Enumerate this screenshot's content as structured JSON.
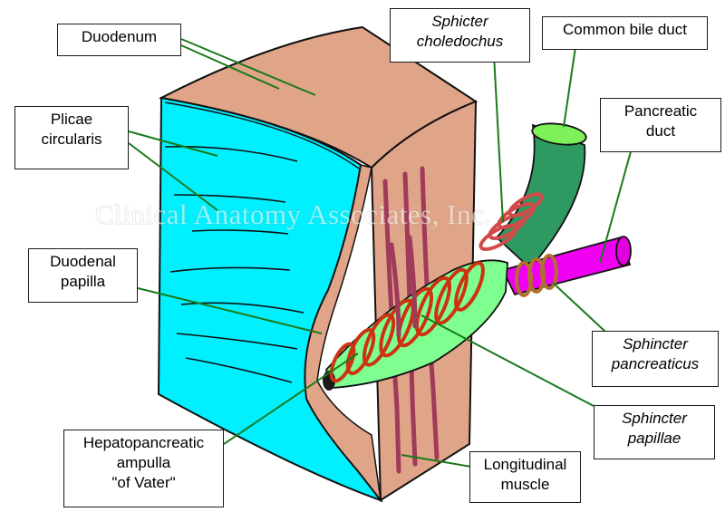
{
  "labels": {
    "duodenum": [
      "Duodenum"
    ],
    "plicae": [
      "Plicae",
      "circularis"
    ],
    "papilla": [
      "Duodenal",
      "papilla"
    ],
    "ampulla": [
      "Hepatopancreatic",
      "ampulla",
      "\"of Vater\""
    ],
    "sph_chol": [
      "Sphicter",
      "choledochus"
    ],
    "bile": [
      "Common bile duct"
    ],
    "panc_duct": [
      "Pancreatic",
      "duct"
    ],
    "sph_panc": [
      "Sphincter",
      "pancreaticus"
    ],
    "sph_pap": [
      "Sphincter",
      "papillae"
    ],
    "longit": [
      "Longitudinal",
      "muscle"
    ]
  },
  "watermark": "Clinical Anatomy Associates, Inc.",
  "colors": {
    "mucosa": "#00f0ff",
    "wall": "#e0a588",
    "bile_duct": "#2e9a62",
    "bile_opening": "#7ef05a",
    "ampulla": "#7fff8f",
    "pancreatic_duct": "#f000f0",
    "sphincter_red": "#cc3311",
    "sphincter_brown": "#b07030",
    "longitudinal": "#a03a5a",
    "leader": "#1a7a1a"
  }
}
